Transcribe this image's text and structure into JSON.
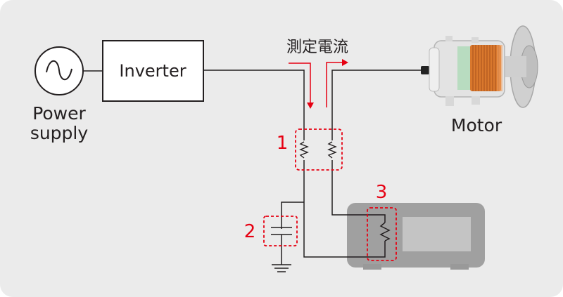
{
  "diagram": {
    "power_supply": {
      "label_line1": "Power",
      "label_line2": "supply"
    },
    "inverter": {
      "label": "Inverter"
    },
    "motor": {
      "label": "Motor"
    },
    "measurement_current": {
      "label": "測定電流"
    },
    "callouts": [
      {
        "number": "1",
        "description": "series resistors in line"
      },
      {
        "number": "2",
        "description": "capacitor to ground"
      },
      {
        "number": "3",
        "description": "instrument internal resistor"
      }
    ],
    "colors": {
      "background": "#ebebeb",
      "line": "#231f20",
      "accent_red": "#e60012",
      "instrument_body": "#999999",
      "instrument_screen": "#c4c4c4",
      "motor_copper": "#d9782d",
      "motor_green": "#b8dcc0",
      "motor_housing": "#dcdcdc"
    }
  }
}
